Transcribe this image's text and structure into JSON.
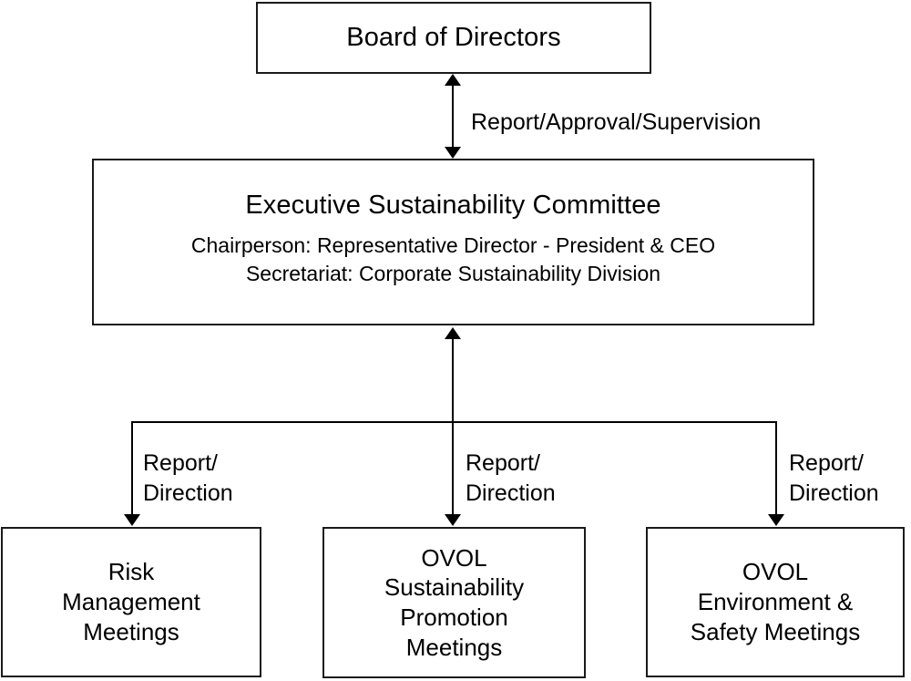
{
  "diagram": {
    "nodes": {
      "board": {
        "title": "Board of Directors"
      },
      "committee": {
        "title": "Executive Sustainability Committee",
        "chairperson": "Chairperson: Representative Director - President & CEO",
        "secretariat": "Secretariat: Corporate Sustainability Division"
      },
      "risk_meetings": {
        "title": "Risk\nManagement\nMeetings"
      },
      "sustainability_meetings": {
        "title": "OVOL\nSustainability\nPromotion\nMeetings"
      },
      "environment_meetings": {
        "title": "OVOL\nEnvironment &\nSafety Meetings"
      }
    },
    "edges": {
      "board_committee": {
        "label": "Report/Approval/Supervision",
        "direction": "bidirectional"
      },
      "committee_risk": {
        "label": "Report/\nDirection",
        "direction": "down"
      },
      "committee_sustainability": {
        "label": "Report/\nDirection",
        "direction": "bidirectional"
      },
      "committee_environment": {
        "label": "Report/\nDirection",
        "direction": "down"
      }
    },
    "colors": {
      "border": "#1a1a1a",
      "line": "#000000",
      "background": "#ffffff",
      "text": "#000000"
    }
  }
}
